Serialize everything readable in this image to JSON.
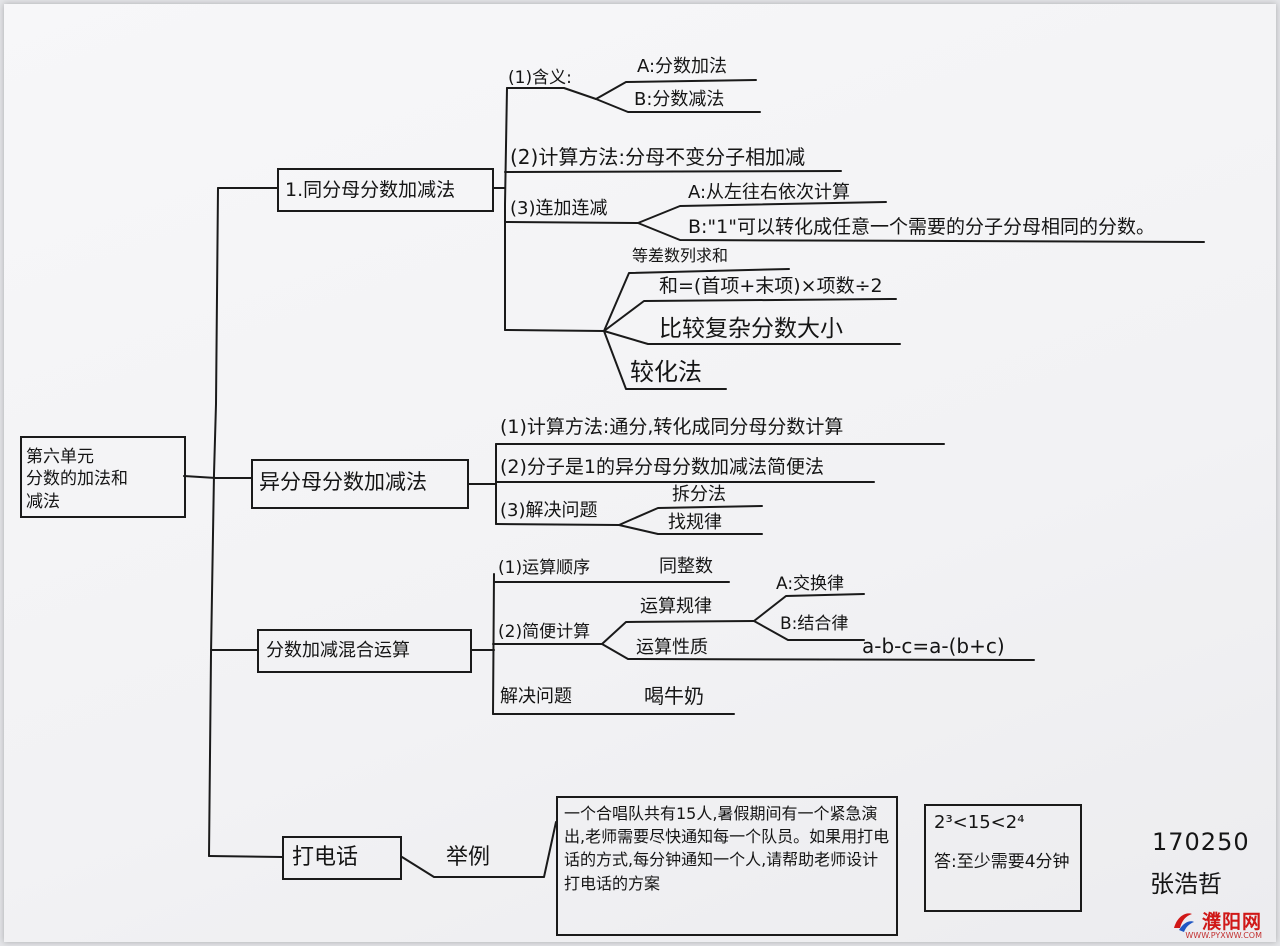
{
  "root": {
    "lines": [
      "第六单元",
      "分数的加法和",
      "减法"
    ]
  },
  "b1": {
    "title": "1.同分母分数加减法",
    "meaning": "(1)含义:",
    "meaning_a": "A:分数加法",
    "meaning_b": "B:分数减法",
    "method": "(2)计算方法:分母不变分子相加减",
    "cont": "(3)连加连减",
    "cont_a": "A:从左往右依次计算",
    "cont_b": "B:\"1\"可以转化成任意一个需要的分子分母相同的分数。",
    "ext_1": "等差数列求和",
    "ext_2": "和=(首项+末项)×项数÷2",
    "ext_3": "比较复杂分数大小",
    "ext_4": "较化法"
  },
  "b2": {
    "title": "异分母分数加减法",
    "method": "(1)计算方法:通分,转化成同分母分数计算",
    "simple": "(2)分子是1的异分母分数加减法简便法",
    "solve": "(3)解决问题",
    "solve_a": "拆分法",
    "solve_b": "找规律"
  },
  "b3": {
    "title": "分数加减混合运算",
    "order": "(1)运算顺序",
    "order_a": "同整数",
    "simple": "(2)简便计算",
    "law": "运算规律",
    "law_a": "A:交换律",
    "law_b": "B:结合律",
    "prop": "运算性质",
    "prop_formula": "a-b-c=a-(b+c)",
    "solve": "解决问题",
    "solve_a": "喝牛奶"
  },
  "b4": {
    "title": "打电话",
    "example": "举例",
    "problem": "一个合唱队共有15人,暑假期间有一个紧急演出,老师需要尽快通知每一个队员。如果用打电话的方式,每分钟通知一个人,请帮助老师设计打电话的方案",
    "answer_1": "2³<15<2⁴",
    "answer_2": "答:至少需要4分钟"
  },
  "signature": {
    "id": "170250",
    "name": "张浩哲"
  },
  "watermark": {
    "text": "濮阳网",
    "url": "WWW.PYXWW.COM"
  },
  "colors": {
    "ink": "#151515",
    "watermark": "#d01818"
  }
}
